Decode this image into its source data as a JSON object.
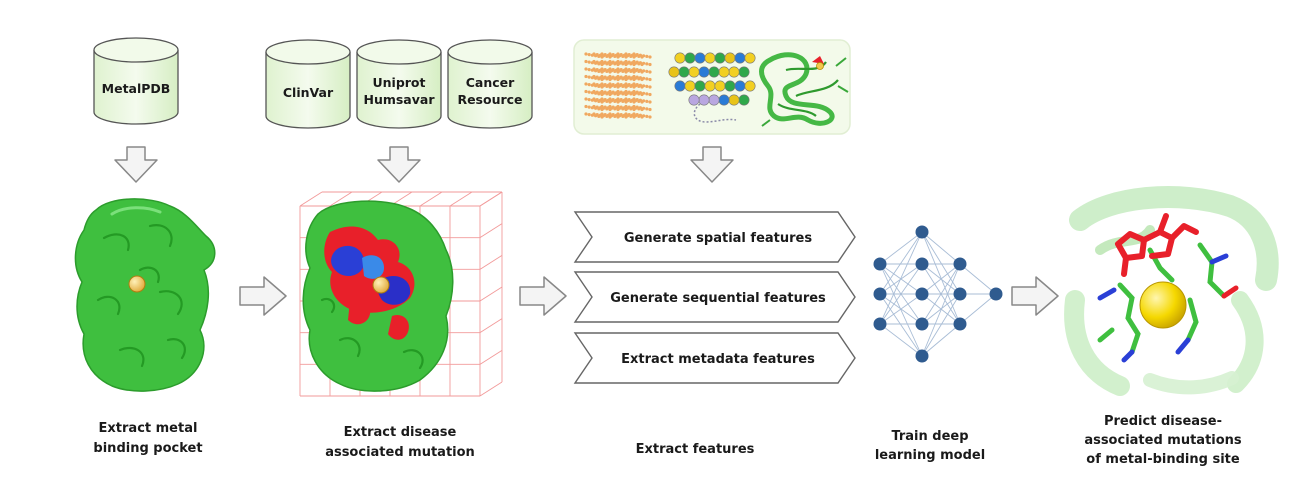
{
  "databases": {
    "metalpdb": "MetalPDB",
    "clinvar": "ClinVar",
    "uniprot_line1": "Uniprot",
    "uniprot_line2": "Humsavar",
    "cancer_line1": "Cancer",
    "cancer_line2": "Resource"
  },
  "features": {
    "spatial": "Generate spatial features",
    "sequential": "Generate sequential features",
    "metadata": "Extract metadata features"
  },
  "captions": {
    "step1_line1": "Extract metal",
    "step1_line2": "binding pocket",
    "step2_line1": "Extract disease",
    "step2_line2": "associated mutation",
    "step3": "Extract features",
    "step4_line1": "Train deep",
    "step4_line2": "learning model",
    "step5_line1": "Predict disease-",
    "step5_line2": "associated mutations",
    "step5_line3": "of metal-binding site"
  },
  "colors": {
    "protein_green": "#3fbf3f",
    "mutation_red": "#e8202a",
    "mutation_blue": "#2a3fd6",
    "metal_ion": "#f2c94c",
    "network_node": "#2f5b8f",
    "db_fill": "#eaf7dd"
  }
}
